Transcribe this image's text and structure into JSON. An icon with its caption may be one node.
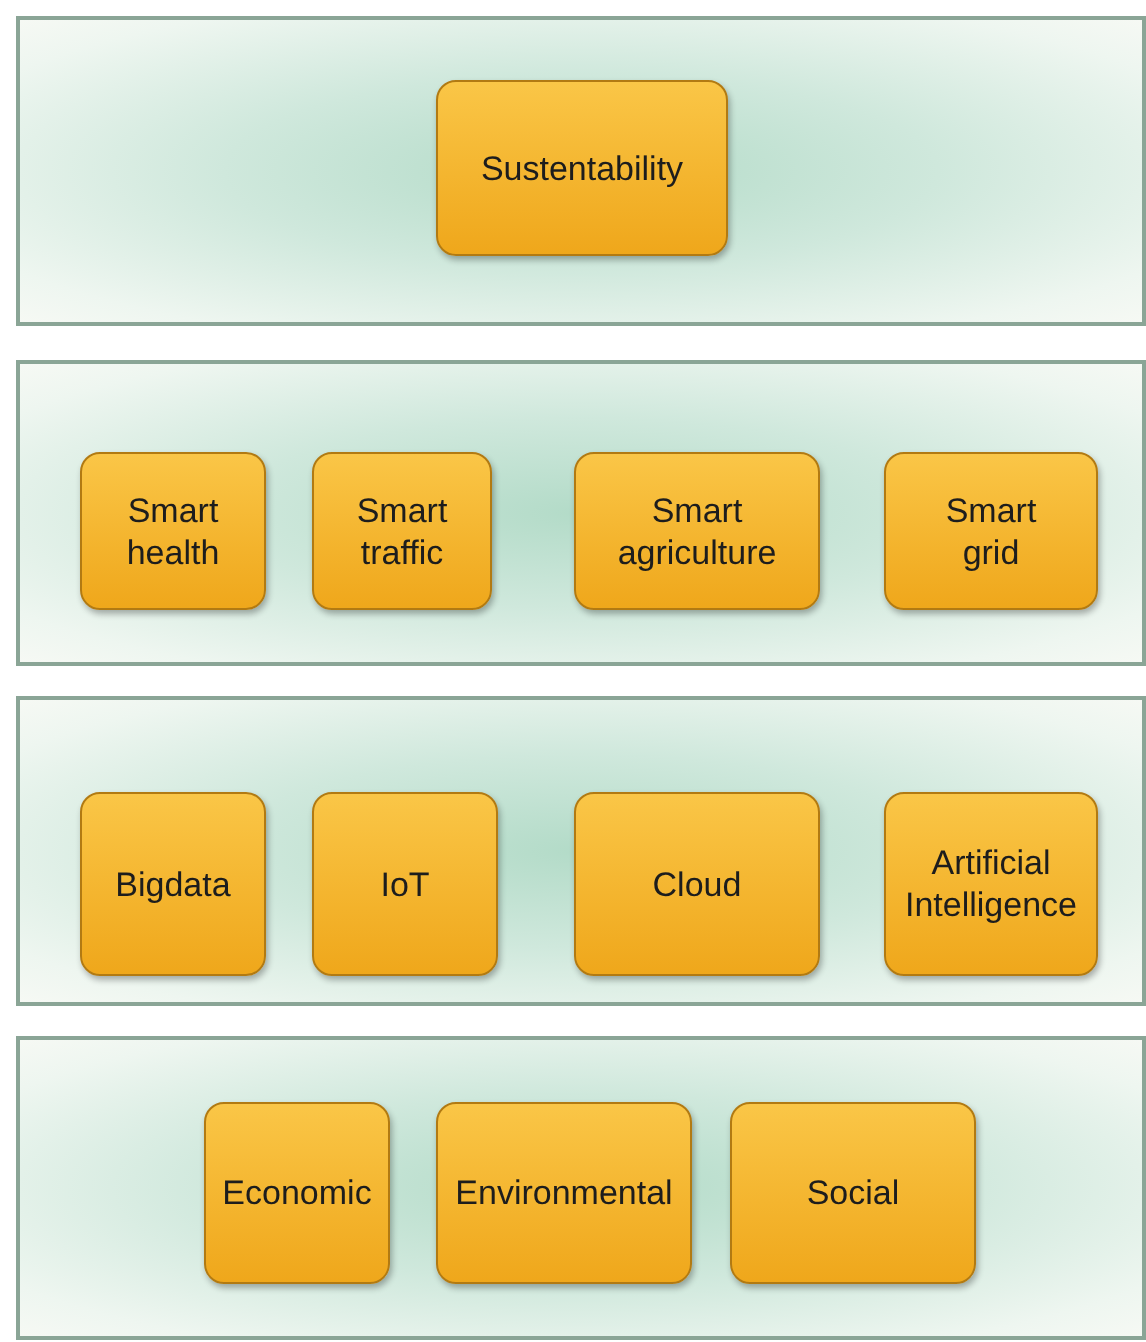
{
  "diagram": {
    "nodes": [
      {
        "text": [],
        "shape": "box"
      },
      {
        "text": [
          "Sustentability"
        ],
        "in": 0
      },
      {
        "text": [],
        "shape": "box"
      },
      {
        "text": [
          "Smart health"
        ],
        "in": 2
      },
      {
        "text": [
          "Smart traffic"
        ],
        "in": 2
      },
      {
        "text": [
          "Smart agriculture"
        ],
        "in": 2
      },
      {
        "text": [
          "Smart grid"
        ],
        "in": 2
      },
      {
        "text": [],
        "shape": "box"
      },
      {
        "text": [
          "Bigdata"
        ],
        "in": 7
      },
      {
        "text": [
          "IoT"
        ],
        "in": 7
      },
      {
        "text": [
          "Cloud"
        ],
        "in": 7
      },
      {
        "text": [
          "Artificial Intelligence"
        ],
        "in": 7
      },
      {
        "text": [],
        "shape": "box"
      },
      {
        "text": [
          "Economic"
        ],
        "in": 12
      },
      {
        "text": [
          "Environmental"
        ],
        "in": 12
      },
      {
        "text": [
          "Social"
        ],
        "in": 12
      }
    ]
  }
}
